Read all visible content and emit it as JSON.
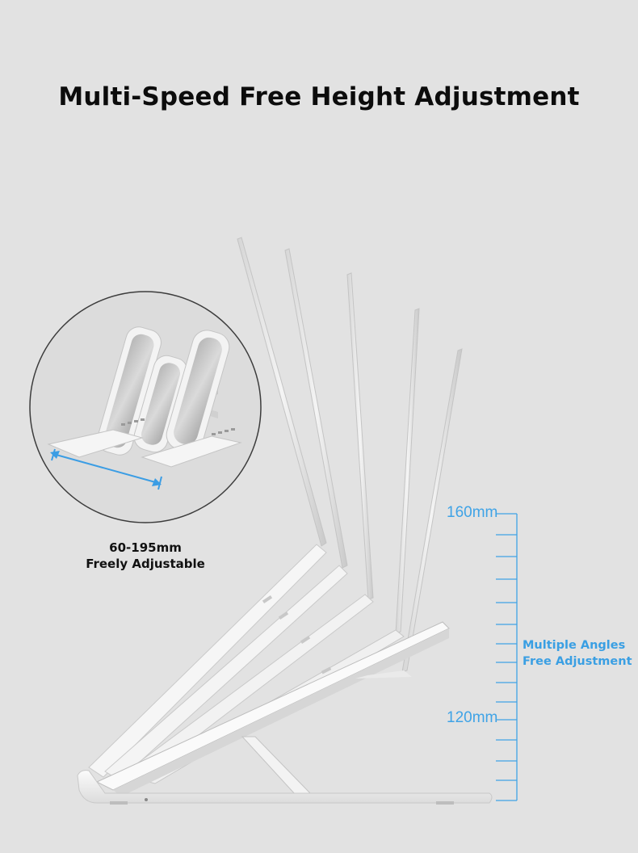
{
  "headline": "Multi-Speed Free Height Adjustment",
  "inset": {
    "caption_line1": "60-195mm",
    "caption_line2": "Freely Adjustable"
  },
  "ruler": {
    "top_label": "160mm",
    "bottom_label": "120mm",
    "note_line1": "Multiple Angles",
    "note_line2": "Free Adjustment",
    "color": "#3fa3e6"
  },
  "colors": {
    "background": "#e2e2e2",
    "stand": "#f7f7f7",
    "headline": "#0c0c0c"
  }
}
